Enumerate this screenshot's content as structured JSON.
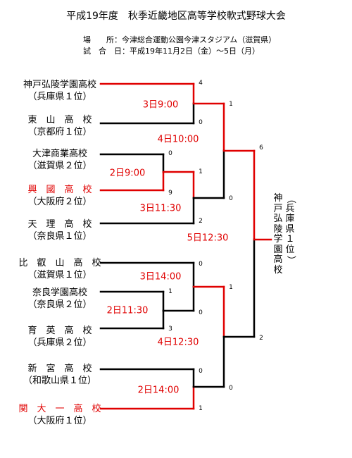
{
  "title": "平成19年度　秋季近畿地区高等学校軟式野球大会",
  "venue": {
    "place_label": "場　　所",
    "place": "今津総合運動公園今津スタジアム（滋賀県）",
    "date_label": "試　合　日",
    "date": "平成19年11月2日（金）～5日（月）"
  },
  "teams": [
    {
      "name": "神戸弘陵学園高校",
      "pref": "（兵庫県１位）",
      "highlight": false
    },
    {
      "name": "東　山　高　校",
      "pref": "（京都府１位）",
      "highlight": false
    },
    {
      "name": "大津商業高校",
      "pref": "（滋賀県２位）",
      "highlight": false
    },
    {
      "name": "興　國　高　校",
      "pref": "（大阪府２位）",
      "highlight": true
    },
    {
      "name": "天　理　高　校",
      "pref": "（奈良県１位）",
      "highlight": false
    },
    {
      "name": "比　叡　山　高　校",
      "pref": "（滋賀県１位）",
      "highlight": false
    },
    {
      "name": "奈良学園高校",
      "pref": "（奈良県２位）",
      "highlight": false
    },
    {
      "name": "育　英　高　校",
      "pref": "（兵庫県２位）",
      "highlight": false
    },
    {
      "name": "新　宮　高　校",
      "pref": "（和歌山県１位）",
      "highlight": false
    },
    {
      "name": "関　大　一　高　校",
      "pref": "（大阪府１位）",
      "highlight": true
    }
  ],
  "games": {
    "g1": {
      "time": "3日9:00",
      "scores": [
        "4",
        "0"
      ]
    },
    "g2": {
      "time": "2日9:00",
      "scores": [
        "0",
        "9"
      ]
    },
    "g3": {
      "time": "4日10:00",
      "scores": [
        "1",
        "0"
      ]
    },
    "g4": {
      "time": "3日11:30",
      "scores": [
        "1",
        "2"
      ]
    },
    "g5": {
      "time": "2日11:30",
      "scores": [
        "1",
        "3"
      ]
    },
    "g6": {
      "time": "3日14:00",
      "scores": [
        "0",
        "0"
      ]
    },
    "g7": {
      "time": "4日12:30",
      "scores": [
        "1",
        "0"
      ]
    },
    "g8": {
      "time": "2日14:00",
      "scores": [
        "0",
        "1"
      ]
    },
    "g9": {
      "time": "5日12:30",
      "scores": [
        "6",
        "2"
      ]
    }
  },
  "champion": {
    "name_col": "神戸弘陵学園高校",
    "pref_col": "（兵庫県１位）"
  },
  "colors": {
    "win": "#e00000",
    "line": "#000000"
  }
}
